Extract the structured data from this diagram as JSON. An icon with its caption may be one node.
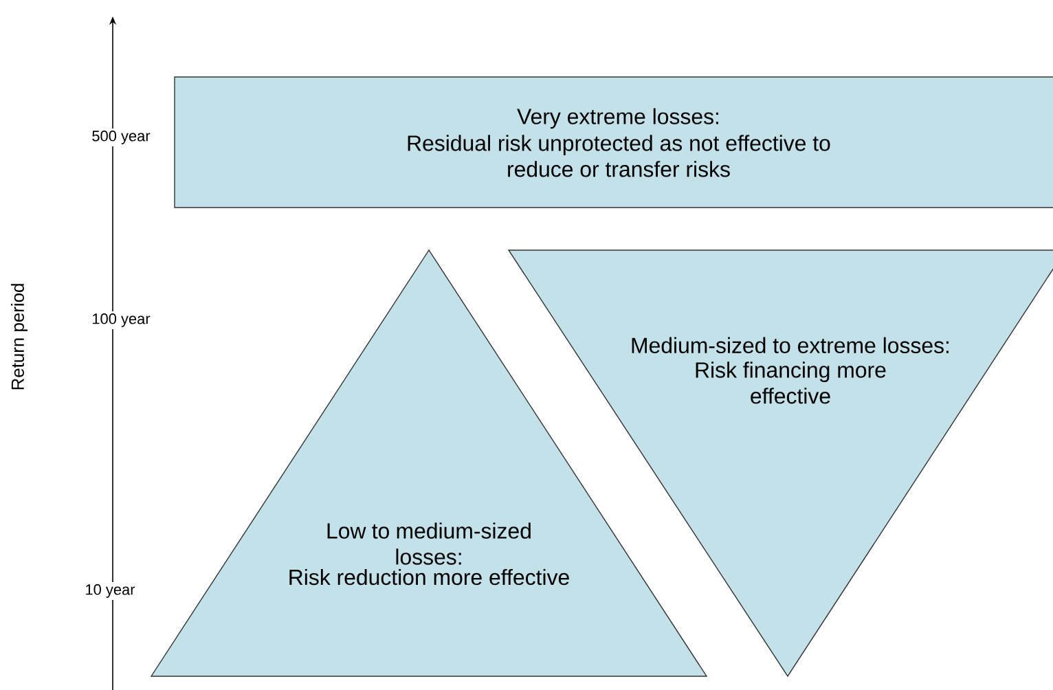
{
  "diagram": {
    "nodes": [
      {
        "text": [
          "Very extreme losses:",
          "Residual risk unprotected as not effective to reduce or transfer risks"
        ]
      },
      {
        "text": [
          "Low to medium-sized losses:",
          "Risk reduction more effective"
        ]
      },
      {
        "text": [
          "Medium-sized to extreme losses:",
          "Risk financing more effective"
        ]
      }
    ],
    "labels": [
      "500 year",
      "100 year",
      "Return period",
      "10 year"
    ]
  }
}
